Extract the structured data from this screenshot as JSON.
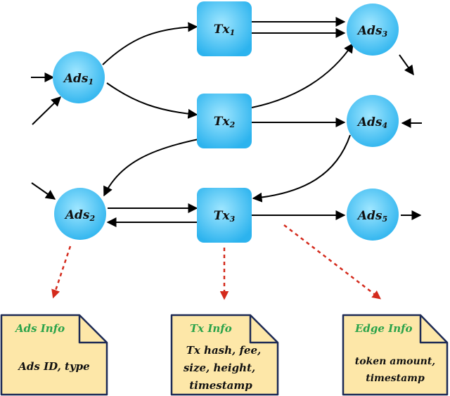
{
  "colors": {
    "node_fill_center": "#9fe6ff",
    "node_fill_edge": "#2cb3ee",
    "doc_fill": "#fde7a8",
    "doc_border": "#1d2a55",
    "doc_title": "#2aa34a",
    "dashed_arrow": "#d42a1c"
  },
  "nodes": {
    "ads1": {
      "base": "Ads",
      "sub": "1"
    },
    "ads2": {
      "base": "Ads",
      "sub": "2"
    },
    "ads3": {
      "base": "Ads",
      "sub": "3"
    },
    "ads4": {
      "base": "Ads",
      "sub": "4"
    },
    "ads5": {
      "base": "Ads",
      "sub": "5"
    },
    "tx1": {
      "base": "Tx",
      "sub": "1"
    },
    "tx2": {
      "base": "Tx",
      "sub": "2"
    },
    "tx3": {
      "base": "Tx",
      "sub": "3"
    }
  },
  "docs": {
    "ads_info": {
      "title": "Ads Info",
      "lines": [
        "Ads ID, type"
      ]
    },
    "tx_info": {
      "title": "Tx Info",
      "lines": [
        "Tx hash, fee,",
        "size, height,",
        "timestamp"
      ]
    },
    "edge_info": {
      "title": "Edge Info",
      "lines": [
        "token amount,",
        "timestamp"
      ]
    }
  }
}
